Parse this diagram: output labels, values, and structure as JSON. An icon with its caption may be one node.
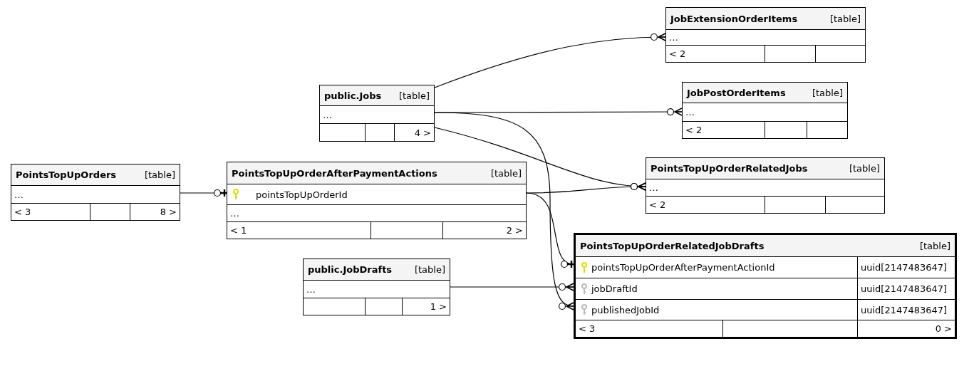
{
  "diagram": {
    "nodes": [
      {
        "text": [
          "JobExtensionOrderItems",
          "[table]",
          "…",
          "< 2"
        ]
      },
      {
        "text": [
          "public.Jobs",
          "[table]",
          "…",
          "4 >"
        ]
      },
      {
        "text": [
          "JobPostOrderItems",
          "[table]",
          "…",
          "< 2"
        ]
      },
      {
        "text": [
          "PointsTopUpOrders",
          "[table]",
          "…",
          "< 3",
          "8 >"
        ]
      },
      {
        "text": [
          "PointsTopUpOrderAfterPaymentActions",
          "[table]",
          "pointsTopUpOrderId",
          "…",
          "< 1",
          "2 >"
        ]
      },
      {
        "text": [
          "PointsTopUpOrderRelatedJobs",
          "[table]",
          "…",
          "< 2"
        ]
      },
      {
        "text": [
          "public.JobDrafts",
          "[table]",
          "…",
          "1 >"
        ]
      },
      {
        "text": [
          "PointsTopUpOrderRelatedJobDrafts",
          "[table]",
          "pointsTopUpOrderAfterPaymentActionId",
          "uuid[2147483647]",
          "jobDraftId",
          "uuid[2147483647]",
          "publishedJobId",
          "uuid[2147483647]",
          "< 3",
          "0 >"
        ]
      }
    ],
    "edges": [
      {
        "from": 1,
        "to": 0,
        "arrow": "other"
      },
      {
        "from": 1,
        "to": 2,
        "arrow": "other"
      },
      {
        "from": 1,
        "to": 5,
        "arrow": "other"
      },
      {
        "from": 1,
        "to": 7,
        "arrow": "other"
      },
      {
        "from": 3,
        "to": 4,
        "arrow": "other"
      },
      {
        "from": 4,
        "to": 5,
        "arrow": "other"
      },
      {
        "from": 4,
        "to": 7,
        "arrow": "other"
      },
      {
        "from": 6,
        "to": 7,
        "arrow": "other"
      }
    ]
  }
}
